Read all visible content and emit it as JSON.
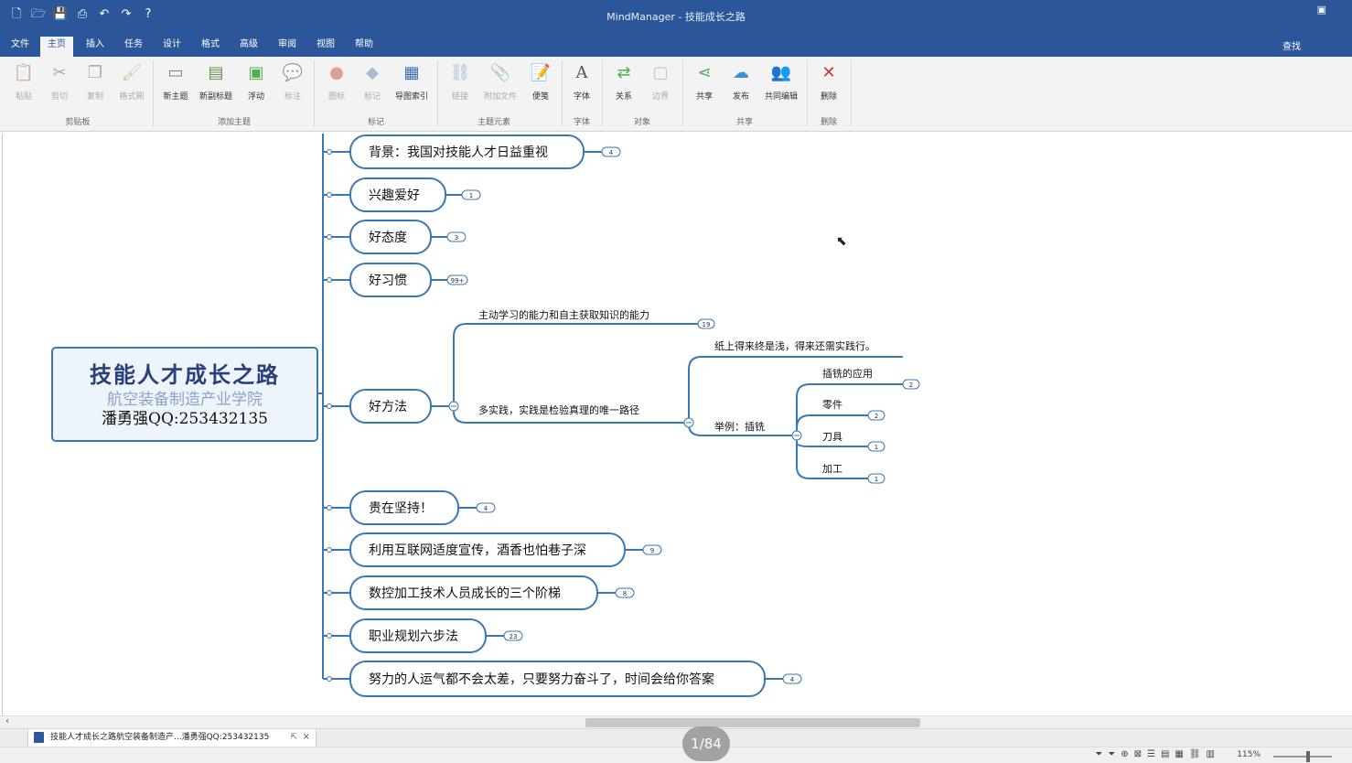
{
  "window": {
    "title": "MindManager - 技能成长之路"
  },
  "qat_icons": [
    "new-file-icon",
    "open-folder-icon",
    "save-icon",
    "print-icon",
    "undo-icon",
    "redo-icon",
    "help-icon"
  ],
  "menu": {
    "tabs": [
      "文件",
      "主页",
      "插入",
      "任务",
      "设计",
      "格式",
      "高级",
      "审阅",
      "视图",
      "帮助"
    ],
    "active": "主页",
    "find": "查找"
  },
  "ribbon": {
    "buttons": [
      {
        "label": "粘贴",
        "icon": "paste-icon",
        "disabled": true
      },
      {
        "label": "剪切",
        "icon": "cut-icon",
        "disabled": true
      },
      {
        "label": "复制",
        "icon": "copy-icon",
        "disabled": true
      },
      {
        "label": "格式刷",
        "icon": "format-painter-icon",
        "disabled": true
      },
      {
        "label": "新主题",
        "icon": "new-topic-icon",
        "disabled": false
      },
      {
        "label": "新副标题",
        "icon": "new-subtopic-icon",
        "disabled": false
      },
      {
        "label": "浮动",
        "icon": "floating-topic-icon",
        "disabled": false
      },
      {
        "label": "标注",
        "icon": "callout-icon",
        "disabled": true
      },
      {
        "label": "图标",
        "icon": "icons-icon",
        "disabled": true
      },
      {
        "label": "标记",
        "icon": "tags-icon",
        "disabled": true
      },
      {
        "label": "导图索引",
        "icon": "map-index-icon",
        "disabled": false
      },
      {
        "label": "链接",
        "icon": "link-icon",
        "disabled": true
      },
      {
        "label": "附加文件",
        "icon": "attach-file-icon",
        "disabled": true
      },
      {
        "label": "便笺",
        "icon": "notes-icon",
        "disabled": false
      },
      {
        "label": "字体",
        "icon": "font-icon",
        "disabled": false
      },
      {
        "label": "关系",
        "icon": "relationship-icon",
        "disabled": false
      },
      {
        "label": "边界",
        "icon": "boundary-icon",
        "disabled": true
      },
      {
        "label": "共享",
        "icon": "share-icon",
        "disabled": false
      },
      {
        "label": "发布",
        "icon": "publish-icon",
        "disabled": false
      },
      {
        "label": "共同编辑",
        "icon": "co-edit-icon",
        "disabled": false
      },
      {
        "label": "删除",
        "icon": "delete-icon",
        "disabled": false
      }
    ],
    "groups": [
      "剪贴板",
      "添加主题",
      "标记",
      "主题元素",
      "字体",
      "对象",
      "共享",
      "删除"
    ]
  },
  "central": {
    "title": "技能人才成长之路",
    "subtitle": "航空装备制造产业学院",
    "author": "潘勇强QQ:253432135"
  },
  "topics": [
    {
      "text": "背景：我国对技能人才日益重视",
      "count": "4"
    },
    {
      "text": "兴趣爱好",
      "count": "1"
    },
    {
      "text": "好态度",
      "count": "3"
    },
    {
      "text": "好习惯",
      "count": "99+"
    },
    {
      "text": "好方法",
      "count": ""
    },
    {
      "text": "贵在坚持！",
      "count": "4"
    },
    {
      "text": "利用互联网适度宣传，酒香也怕巷子深",
      "count": "9"
    },
    {
      "text": "数控加工技术人员成长的三个阶梯",
      "count": "8"
    },
    {
      "text": "职业规划六步法",
      "count": "23"
    },
    {
      "text": "努力的人运气都不会太差，只要努力奋斗了，时间会给你答案",
      "count": "4"
    }
  ],
  "method": {
    "sub1": {
      "text": "主动学习的能力和自主获取知识的能力",
      "count": "19"
    },
    "sub2": {
      "text": "多实践，实践是检验真理的唯一路径"
    },
    "sub2a": {
      "text": "纸上得来终是浅，得来还需实践行。"
    },
    "sub2b": {
      "text": "举例：插铣"
    },
    "leaves": [
      {
        "text": "插铣的应用",
        "count": "2"
      },
      {
        "text": "零件",
        "count": "2"
      },
      {
        "text": "刀具",
        "count": "1"
      },
      {
        "text": "加工",
        "count": "1"
      }
    ]
  },
  "doc_tab": {
    "title": "技能人才成长之路航空装备制造产...潘勇强QQ:253432135"
  },
  "status": {
    "zoom": "115%",
    "page": "1/84"
  }
}
